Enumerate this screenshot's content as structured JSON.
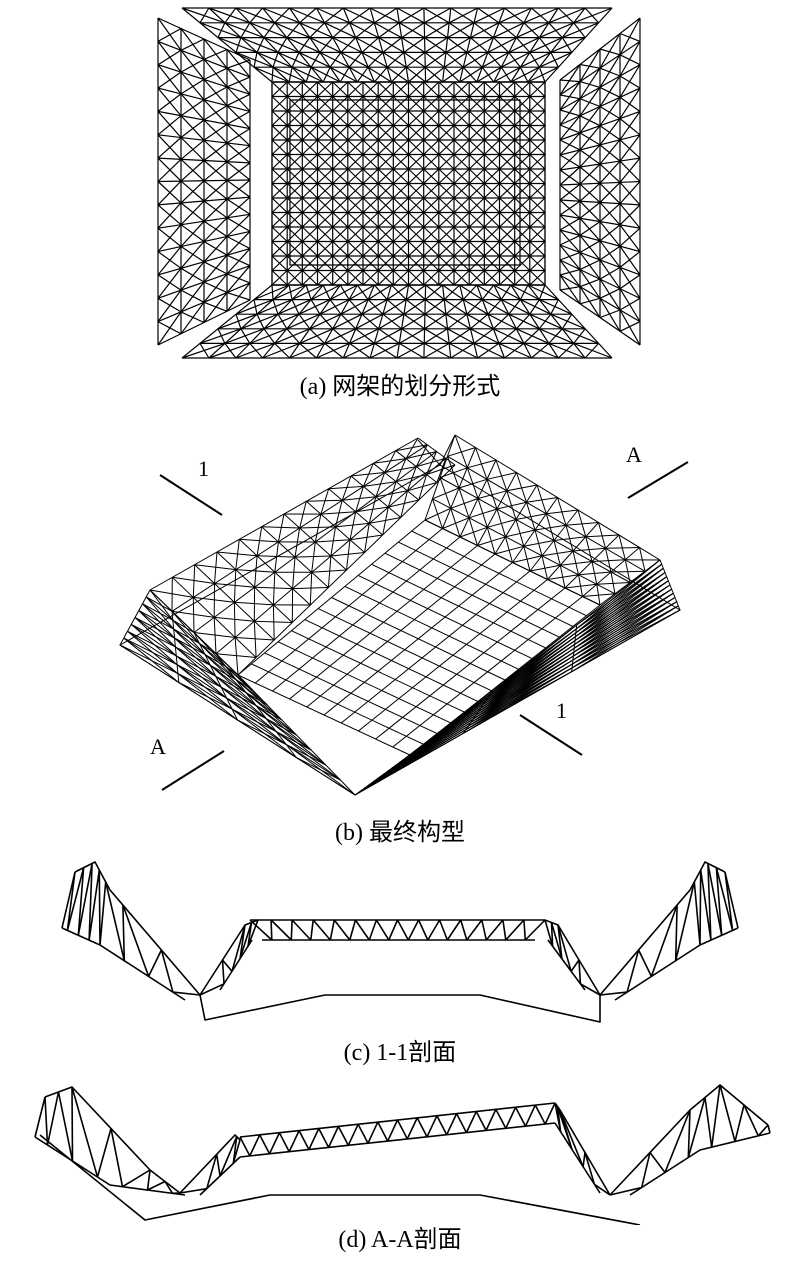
{
  "figure": {
    "panel_a": {
      "caption": "(a) 网架的划分形式"
    },
    "panel_b": {
      "caption": "(b) 最终构型",
      "section_marks": [
        "1",
        "A",
        "A",
        "1"
      ]
    },
    "panel_c": {
      "caption": "(c) 1-1剖面"
    },
    "panel_d": {
      "caption": "(d) A-A剖面"
    }
  }
}
